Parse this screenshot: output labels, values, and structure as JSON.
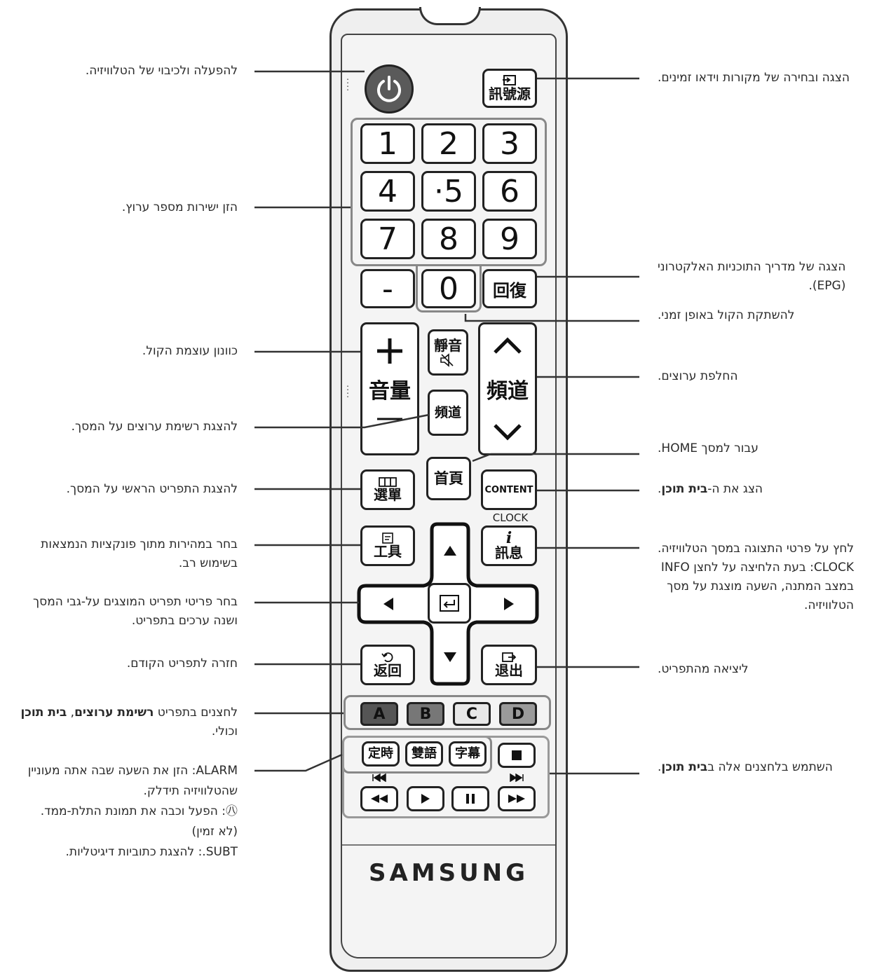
{
  "remote": {
    "source_button": "訊號源",
    "digits": [
      "1",
      "2",
      "3",
      "4",
      "·5",
      "6",
      "7",
      "8",
      "9"
    ],
    "dash": "-",
    "zero": "0",
    "prech": "回復",
    "vol_top": "音",
    "vol_bottom": "量",
    "mute_label": "靜音",
    "ch_list": "頻道",
    "ch_top": "頻",
    "ch_bottom": "道",
    "home": "首頁",
    "menu": "選單",
    "content": "CONTENT",
    "clock": "CLOCK",
    "tools": "工具",
    "info": "訊息",
    "back": "返回",
    "exit": "退出",
    "colors": [
      "A",
      "B",
      "C",
      "D"
    ],
    "timer": "定時",
    "dual": "雙語",
    "subtitle": "字幕",
    "logo": "SAMSUNG"
  },
  "labels": {
    "power": "להפעלה ולכיבוי של הטלוויזיה.",
    "source": "הצגה ובחירה של מקורות וידאו זמינים.",
    "numbers": "הזן ישירות מספר ערוץ.",
    "epg_1": "הצגה של מדריך התוכניות האלקטרוני",
    "epg_2": "(EPG).",
    "mute": "להשתקת הקול באופן זמני.",
    "volume": "כוונון עוצמת הקול.",
    "channel": "החלפת ערוצים.",
    "ch_list": "להצגת רשימת ערוצים על המסך.",
    "home": "עבור למסך HOME.",
    "menu": "להצגת התפריט הראשי על המסך.",
    "content_pre": "הצג את ה-",
    "content_bold": "בית תוכן",
    "content_post": ".",
    "tools_1": "בחר במהירות מתוך פונקציות הנמצאות",
    "tools_2": "בשימוש רב.",
    "info_1": "לחץ על פרטי התצוגה במסך הטלוויזיה.",
    "info_2": "CLOCK: בעת הלחיצה על לחצן INFO",
    "info_3": "במצב המתנה, השעה מוצגת על מסך",
    "info_4": "הטלוויזיה.",
    "nav_1": "בחר פריטי תפריט המוצגים על-גבי המסך",
    "nav_2": "ושנה ערכים בתפריט.",
    "back": "חזרה לתפריט הקודם.",
    "exit": "ליציאה מהתפריט.",
    "colors_pre": "לחצנים בתפריט ",
    "colors_b1": "רשימת ערוצים",
    "colors_mid": ", ",
    "colors_b2": "בית תוכן",
    "colors_2": "וכולי.",
    "alarm_1": "ALARM: הזן את השעה שבה אתה מעוניין",
    "alarm_2": "שהטלוויזיה תידלק.",
    "3d_1": "㊇: הפעל וכבה את תמונת התלת-ממד.",
    "3d_2": "(לא זמין)",
    "subt": "SUBT.: להצגת כתוביות דיגיטליות.",
    "media_pre": "השתמש בלחצנים אלה ב",
    "media_bold": "בית תוכן",
    "media_post": "."
  },
  "colors": {
    "color_a": "#555555",
    "color_b": "#777777",
    "color_c": "#e8e8e8",
    "color_d": "#9a9a9a",
    "power_btn": "#5a5a5a"
  }
}
